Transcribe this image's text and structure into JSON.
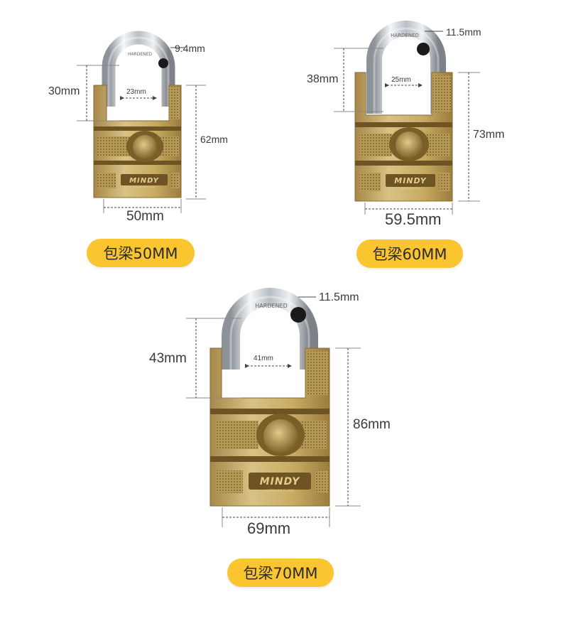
{
  "locks": [
    {
      "shackle_diameter": "9.4mm",
      "shackle_height": "30mm",
      "shackle_inner_width": "23mm",
      "body_height": "62mm",
      "body_width": "50mm",
      "size_label": "包梁50MM",
      "brand": "MINDY",
      "brand_sub": "HARDWARE & LOCK",
      "shackle_stamp": "HARDENED"
    },
    {
      "shackle_diameter": "11.5mm",
      "shackle_height": "38mm",
      "shackle_inner_width": "25mm",
      "body_height": "73mm",
      "body_width": "59.5mm",
      "size_label": "包梁60MM",
      "brand": "MINDY",
      "brand_sub": "HARDWARE & LOCK",
      "shackle_stamp": "HARDENED"
    },
    {
      "shackle_diameter": "11.5mm",
      "shackle_height": "43mm",
      "shackle_inner_width": "41mm",
      "body_height": "86mm",
      "body_width": "69mm",
      "size_label": "包梁70MM",
      "brand": "MINDY",
      "brand_sub": "HARDWARE & LOCK",
      "shackle_stamp": "HARDENED"
    }
  ],
  "colors": {
    "pill": "#fbc530",
    "brass": "#c9aa5e",
    "brass_dark": "#8a6b2c",
    "chrome": "#d8dbe0"
  }
}
